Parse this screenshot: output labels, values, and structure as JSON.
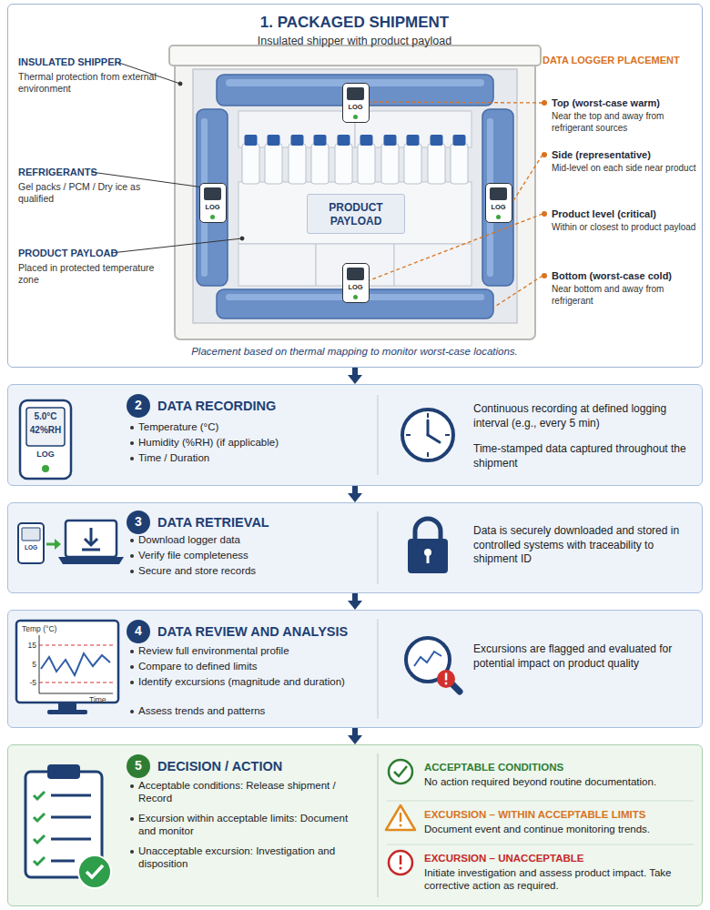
{
  "diagram": {
    "nodes": [
      {
        "text": [
          "1. PACKAGED SHIPMENT",
          "Insulated shipper with product payload",
          "Placement based on thermal mapping to monitor worst-case locations."
        ]
      },
      {
        "text": [
          "LOG"
        ],
        "in": 0
      },
      {
        "text": [
          "LOG"
        ],
        "in": 0
      },
      {
        "text": [
          "PRODUCT PAYLOAD"
        ],
        "in": 0
      },
      {
        "text": [
          "LOG"
        ],
        "in": 0
      },
      {
        "text": [
          "LOG"
        ],
        "in": 0
      },
      {
        "text": [
          "DATA RECORDING"
        ]
      },
      {
        "text": [
          "2"
        ],
        "in": 6
      },
      {
        "text": [
          "DATA RETRIEVAL"
        ]
      },
      {
        "text": [
          "3"
        ],
        "in": 8
      },
      {
        "text": [
          "DATA REVIEW AND ANALYSIS"
        ]
      },
      {
        "text": [
          "4"
        ],
        "in": 10
      },
      {
        "text": [
          "DECISION / ACTION"
        ]
      },
      {
        "text": [
          "5"
        ],
        "in": 12
      }
    ],
    "edges": [
      {
        "from": 0,
        "to": 6,
        "arrow": "to"
      },
      {
        "from": 6,
        "to": 8,
        "arrow": "to"
      },
      {
        "from": 8,
        "to": 10,
        "arrow": "to"
      },
      {
        "from": 10,
        "to": 12,
        "arrow": "to"
      }
    ],
    "labels": [
      "INSULATED SHIPPER",
      "Thermal protection from external environment",
      "REFRIGERANTS",
      "Gel packs / PCM / Dry ice as qualified",
      "PRODUCT PAYLOAD",
      "Placed in protected temperature zone",
      "DATA LOGGER PLACEMENT",
      "Top (worst-case warm)",
      "Near the top and away from refrigerant sources",
      "Side (representative)",
      "Mid-level on each side near product",
      "Product level (critical)",
      "Within or closest to product payload",
      "Bottom (worst-case cold)",
      "Near bottom and away from refrigerant",
      "5.0°C",
      "42%RH",
      "LOG",
      "Temperature (°C)",
      "Humidity (%RH) (if applicable)",
      "Time / Duration",
      "Continuous recording at defined logging interval (e.g., every 5 min)",
      "Time-stamped data captured throughout the shipment",
      "LOG",
      "Download logger data",
      "Verify file completeness",
      "Secure and store records",
      "Data is securely downloaded and stored in controlled systems with traceability to shipment ID",
      "Temp (°C)",
      "15",
      "5",
      "-5",
      "Time",
      "Review full environmental profile",
      "Compare to defined limits",
      "Identify excursions (magnitude and duration)",
      "Assess trends and patterns",
      "Excursions are flagged and evaluated for potential impact on product quality",
      "Acceptable conditions: Release shipment / Record",
      "Excursion within acceptable limits: Document and monitor",
      "Unacceptable excursion: Investigation and disposition",
      "ACCEPTABLE CONDITIONS",
      "No action required beyond routine documentation.",
      "EXCURSION – WITHIN ACCEPTABLE LIMITS",
      "Document event and continue monitoring trends.",
      "EXCURSION – UNACCEPTABLE",
      "Initiate investigation and assess product impact. Take corrective action as required."
    ]
  }
}
